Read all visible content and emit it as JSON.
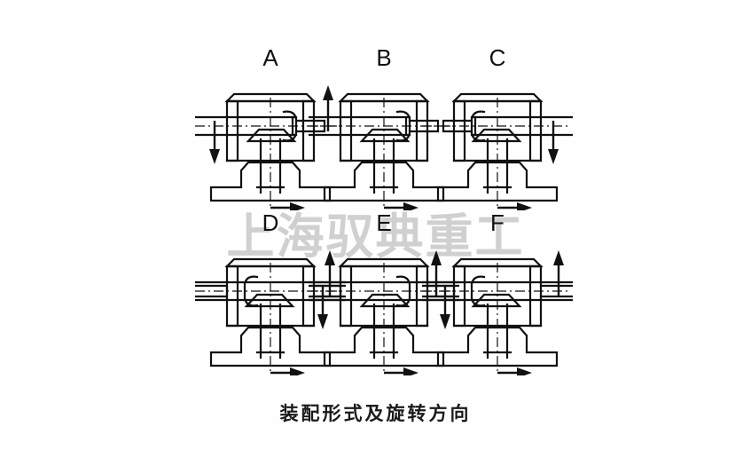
{
  "figure": {
    "caption": "装配形式及旋转方向",
    "watermark": "上海驭典重工",
    "line_color": "#111111",
    "background_color": "#FEFEFE"
  },
  "diagrams": [
    {
      "label": "A",
      "input_shaft_side": "left",
      "input_arrow_direction": "down",
      "input_arrow_side": "left",
      "output_arrow_direction": "right",
      "worm_side": "right",
      "double_shaft": false
    },
    {
      "label": "B",
      "input_shaft_side": "left",
      "input_arrow_direction": "up",
      "input_arrow_side": "left",
      "output_arrow_direction": "right",
      "worm_side": "right",
      "double_shaft": false
    },
    {
      "label": "C",
      "input_shaft_side": "right",
      "input_arrow_direction": "down",
      "input_arrow_side": "right",
      "output_arrow_direction": "right",
      "worm_side": "left",
      "double_shaft": false
    },
    {
      "label": "D",
      "input_shaft_side": "both",
      "input_arrow_direction": "up",
      "input_arrow_side": "right",
      "output_arrow_direction": "right",
      "worm_side": "left",
      "double_shaft": true
    },
    {
      "label": "E",
      "input_shaft_side": "both",
      "input_arrow_direction": "down",
      "input_arrow_side": "both",
      "output_arrow_direction": "right",
      "worm_side": "right",
      "double_shaft": true
    },
    {
      "label": "F",
      "input_shaft_side": "both",
      "input_arrow_direction": "up",
      "input_arrow_side": "both",
      "output_arrow_direction": "right",
      "worm_side": "left",
      "double_shaft": true
    }
  ]
}
